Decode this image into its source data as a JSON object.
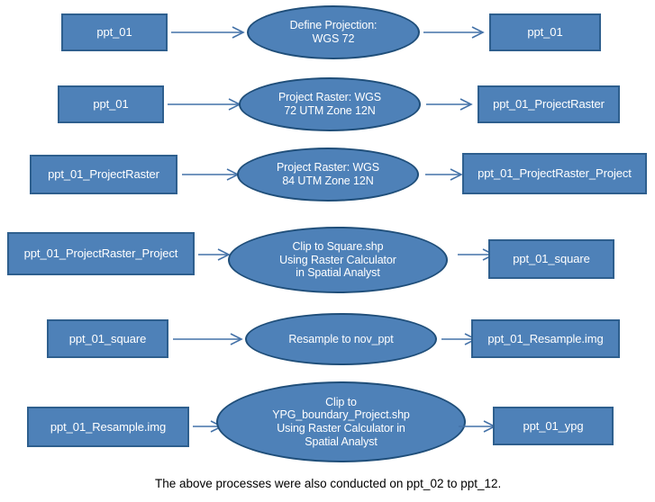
{
  "diagram": {
    "title_caption": "The above processes were also conducted on ppt_02 to ppt_12.",
    "colors": {
      "node_fill": "#4E81B8",
      "rect_border": "#2E5F8E",
      "ellipse_border": "#1F4E79",
      "arrow": "#4472A8",
      "node_text": "#FFFFFF",
      "caption_text": "#000000",
      "background": "#FFFFFF"
    },
    "rows": [
      {
        "input": "ppt_01",
        "process": [
          "Define Projection:",
          "WGS 72"
        ],
        "output": "ppt_01"
      },
      {
        "input": "ppt_01",
        "process": [
          "Project Raster: WGS",
          "72 UTM  Zone 12N"
        ],
        "output": "ppt_01_ProjectRaster"
      },
      {
        "input": "ppt_01_ProjectRaster",
        "process": [
          "Project Raster: WGS",
          "84 UTM  Zone 12N"
        ],
        "output": "ppt_01_ProjectRaster_Project"
      },
      {
        "input": "ppt_01_ProjectRaster_Project",
        "process": [
          "Clip to Square.shp",
          "Using Raster Calculator",
          "in Spatial Analyst"
        ],
        "output": "ppt_01_square"
      },
      {
        "input": "ppt_01_square",
        "process": [
          "Resample to nov_ppt"
        ],
        "output": "ppt_01_Resample.img"
      },
      {
        "input": "ppt_01_Resample.img",
        "process": [
          "Clip to",
          "YPG_boundary_Project.shp",
          "Using Raster Calculator in",
          "Spatial Analyst"
        ],
        "output": "ppt_01_ypg"
      }
    ]
  }
}
